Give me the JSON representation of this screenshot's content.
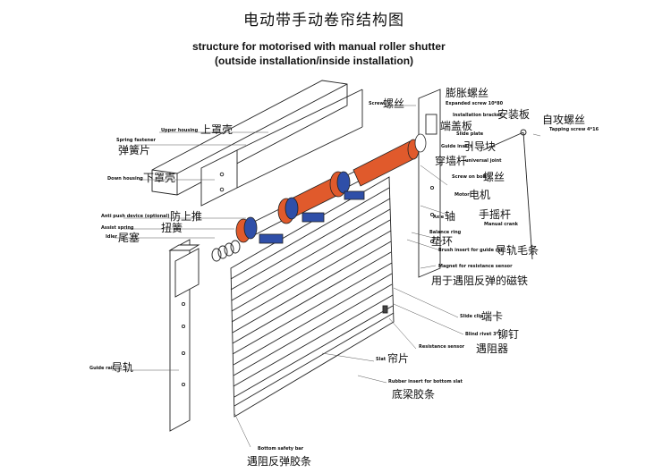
{
  "title": {
    "zh": "电动带手动卷帘结构图",
    "en_line1": "structure for motorised with manual roller shutter",
    "en_line2": "(outside installation/inside installation)"
  },
  "labels": {
    "screw": {
      "en": "Screw",
      "zh": "螺丝"
    },
    "expanded_screw": {
      "en": "Expanded screw 10*80",
      "zh": "膨胀螺丝"
    },
    "install_bracket": {
      "en": "Installation bracket",
      "zh": "安装板"
    },
    "slide_plate": {
      "en": "Slide plate",
      "zh": "端盖板"
    },
    "guide_insert": {
      "en": "Guide insert",
      "zh": "引导块"
    },
    "universal_joint": {
      "en": "universal joint",
      "zh": "穿墙杆"
    },
    "screw_on_bolt": {
      "en": "Screw on bolt",
      "zh": "螺丝"
    },
    "motor": {
      "en": "Motor",
      "zh": "电机"
    },
    "axle": {
      "en": "Axle",
      "zh": "轴"
    },
    "manual_crank": {
      "en": "Manual crank",
      "zh": "手摇杆"
    },
    "balance_ring": {
      "en": "Balance ring",
      "zh": "垫环"
    },
    "brush_insert": {
      "en": "Brush insert for guide rail",
      "zh": "导轨毛条"
    },
    "magnet": {
      "en": "Magnet for resistance sensor",
      "zh": "用于遇阻反弹的磁铁"
    },
    "tapping_screw": {
      "en": "Tapping screw 4*16",
      "zh": "自攻螺丝"
    },
    "upper_housing": {
      "en": "Upper housing",
      "zh": "上罩壳"
    },
    "spring_fastener": {
      "en": "Spring fastener",
      "zh": "弹簧片"
    },
    "down_housing": {
      "en": "Down housing",
      "zh": "下罩壳"
    },
    "anti_push": {
      "en": "Anti push device (optional)",
      "zh": "防上推"
    },
    "assist_spring": {
      "en": "Assist spring",
      "zh": "扭簧"
    },
    "idler": {
      "en": "Idler",
      "zh": "尾塞"
    },
    "slide_clip": {
      "en": "Slide clip",
      "zh": "端卡"
    },
    "blind_rivet": {
      "en": "Blind rivet 3*7",
      "zh": "铆钉"
    },
    "resistance": {
      "en": "Resistance sensor",
      "zh": "遇阻器"
    },
    "guide_rail": {
      "en": "Guide rail",
      "zh": "导轨"
    },
    "slat": {
      "en": "Slat",
      "zh": "帘片"
    },
    "rubber_insert": {
      "en": "Rubber insert for bottom slat",
      "zh": "底梁胶条"
    },
    "bottom_bar": {
      "en": "Bottom safety bar",
      "zh": "遇阻反弹胶条"
    }
  },
  "colors": {
    "motor_tube": "#e05a2c",
    "blue_ring": "#2f4fa8",
    "line": "#222222"
  }
}
